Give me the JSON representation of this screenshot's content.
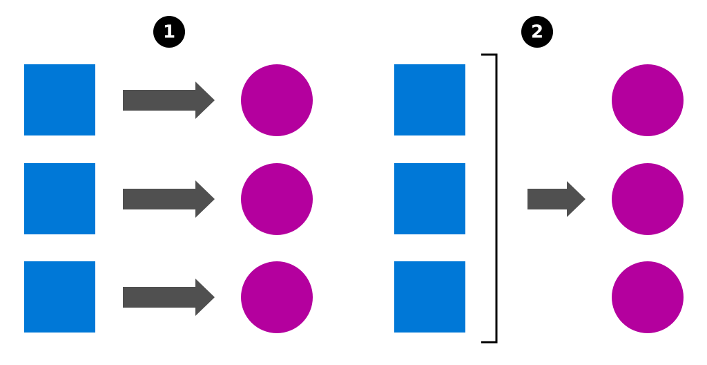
{
  "colors": {
    "square": "#0078D7",
    "circle": "#B4009E",
    "arrow": "#505050",
    "badge_bg": "#000000",
    "badge_text": "#ffffff",
    "bracket": "#000000",
    "background": "#ffffff"
  },
  "panels": [
    {
      "badge": "1",
      "mode": "one-to-one",
      "inputs": [
        "square",
        "square",
        "square"
      ],
      "outputs": [
        "circle",
        "circle",
        "circle"
      ]
    },
    {
      "badge": "2",
      "mode": "many-to-many",
      "inputs": [
        "square",
        "square",
        "square"
      ],
      "outputs": [
        "circle",
        "circle",
        "circle"
      ]
    }
  ],
  "icons": {
    "input_shape": "square-icon",
    "output_shape": "circle-icon",
    "transition": "arrow-right-icon",
    "grouping": "bracket-icon"
  }
}
